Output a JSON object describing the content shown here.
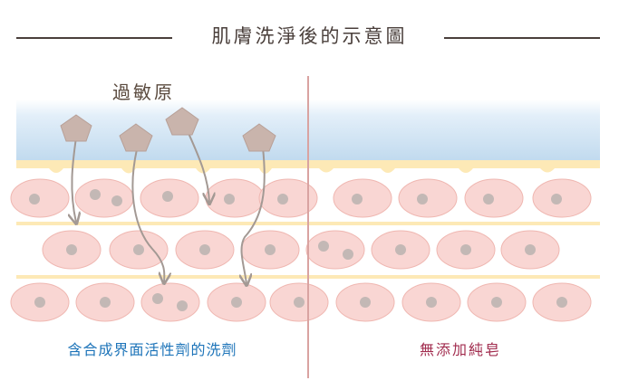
{
  "title": "肌膚洗淨後的示意圖",
  "allergen_label": "過敏原",
  "captions": {
    "left": "含合成界面活性劑的洗劑",
    "right": "無添加純皂"
  },
  "colors": {
    "title_rule": "#4a3f3b",
    "sky_top": "#c6def1",
    "sky_bottom": "#eef6fc",
    "barrier": "#fde9b6",
    "barrier_line": "#f3d88e",
    "cell_fill": "#f9d6d3",
    "cell_stroke": "#efb7b1",
    "nucleus": "#c3b8b5",
    "allergen_fill": "#c9b4ac",
    "arrow": "#a39994",
    "divider": "#d9a3a1",
    "left_caption": "#1d74b9",
    "right_caption": "#a22d4f"
  }
}
